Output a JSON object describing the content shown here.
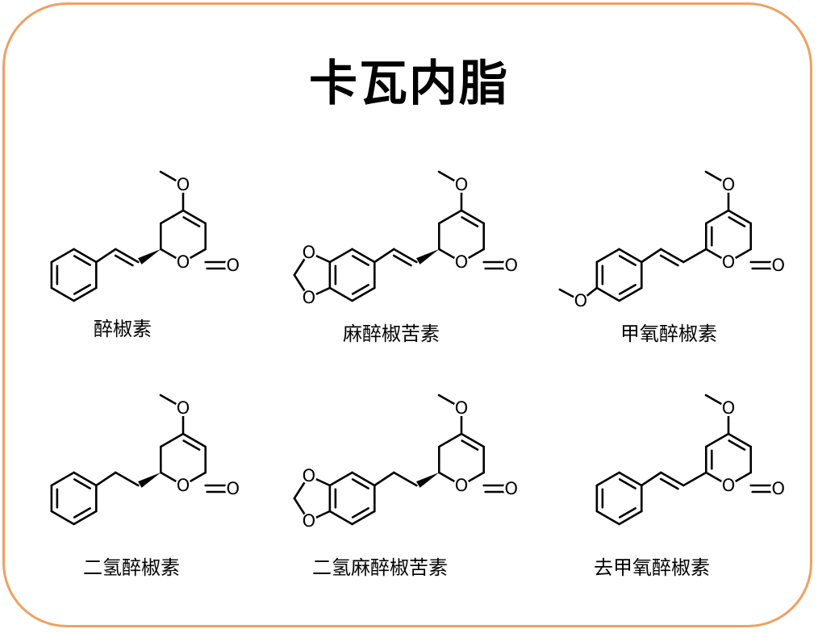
{
  "title": "卡瓦内脂",
  "colors": {
    "border": "#f0a060",
    "ink": "#000000"
  },
  "compounds": [
    {
      "name": "醉椒素",
      "aryl": "phenyl",
      "linker": "vinyl",
      "pyrone": "dihydro"
    },
    {
      "name": "麻醉椒苦素",
      "aryl": "methylenedioxyphenyl",
      "linker": "vinyl",
      "pyrone": "dihydro"
    },
    {
      "name": "甲氧醉椒素",
      "aryl": "methoxyphenyl",
      "linker": "vinyl",
      "pyrone": "aromatic"
    },
    {
      "name": "二氢醉椒素",
      "aryl": "phenyl",
      "linker": "ethyl",
      "pyrone": "dihydro"
    },
    {
      "name": "二氢麻醉椒苦素",
      "aryl": "methylenedioxyphenyl",
      "linker": "ethyl",
      "pyrone": "dihydro"
    },
    {
      "name": "去甲氧醉椒素",
      "aryl": "phenyl",
      "linker": "vinyl",
      "pyrone": "aromatic"
    }
  ]
}
